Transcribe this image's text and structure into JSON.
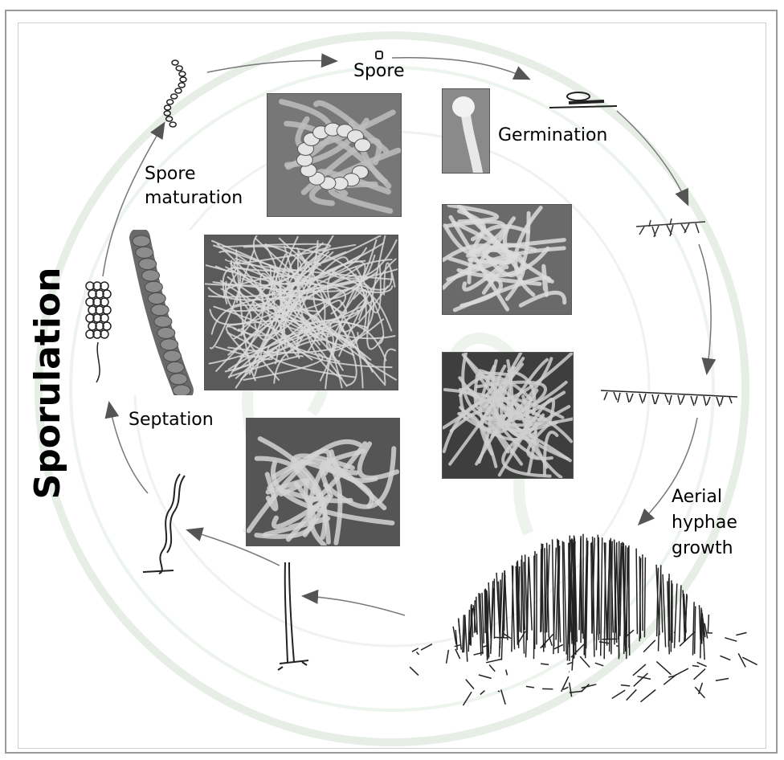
{
  "labels": {
    "spore": "Spore",
    "germination": "Germination",
    "spore_maturation_1": "Spore",
    "spore_maturation_2": "maturation",
    "aerial_1": "Aerial",
    "aerial_2": "hyphae",
    "aerial_3": "growth",
    "septation": "Septation",
    "sporulation": "Sporulation"
  },
  "colors": {
    "arrow": "#555555",
    "watermark": "#e4ece4",
    "photo_bg": "#6e6e6e",
    "hypha": "#e8e8e8"
  }
}
